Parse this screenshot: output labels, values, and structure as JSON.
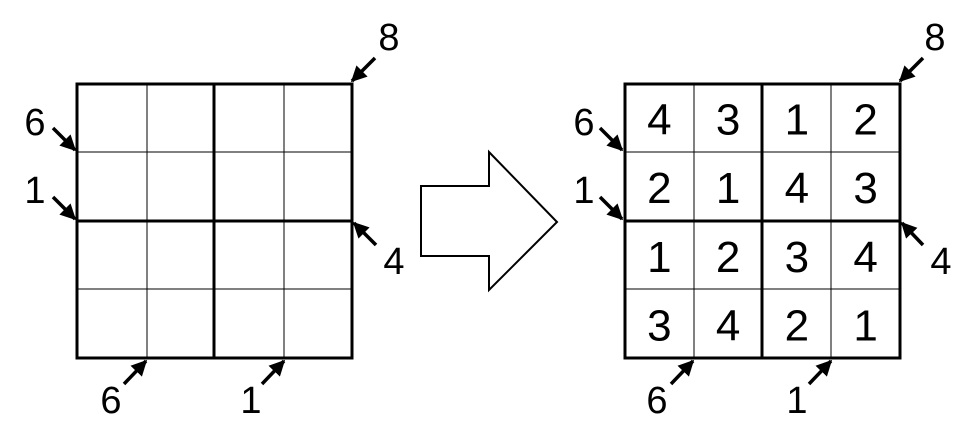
{
  "puzzle": {
    "rows": [
      [
        null,
        null,
        null,
        null
      ],
      [
        null,
        null,
        null,
        null
      ],
      [
        null,
        null,
        null,
        null
      ],
      [
        null,
        null,
        null,
        null
      ]
    ],
    "clues": {
      "top_right": "8",
      "left": [
        "6",
        "1"
      ],
      "right": "4",
      "bottom": [
        "6",
        "1"
      ]
    }
  },
  "solution": {
    "rows": [
      [
        "4",
        "3",
        "1",
        "2"
      ],
      [
        "2",
        "1",
        "4",
        "3"
      ],
      [
        "1",
        "2",
        "3",
        "4"
      ],
      [
        "3",
        "4",
        "2",
        "1"
      ]
    ],
    "clues": {
      "top_right": "8",
      "left": [
        "6",
        "1"
      ],
      "right": "4",
      "bottom": [
        "6",
        "1"
      ]
    }
  },
  "transition": {
    "icon": "right-arrow-icon"
  }
}
